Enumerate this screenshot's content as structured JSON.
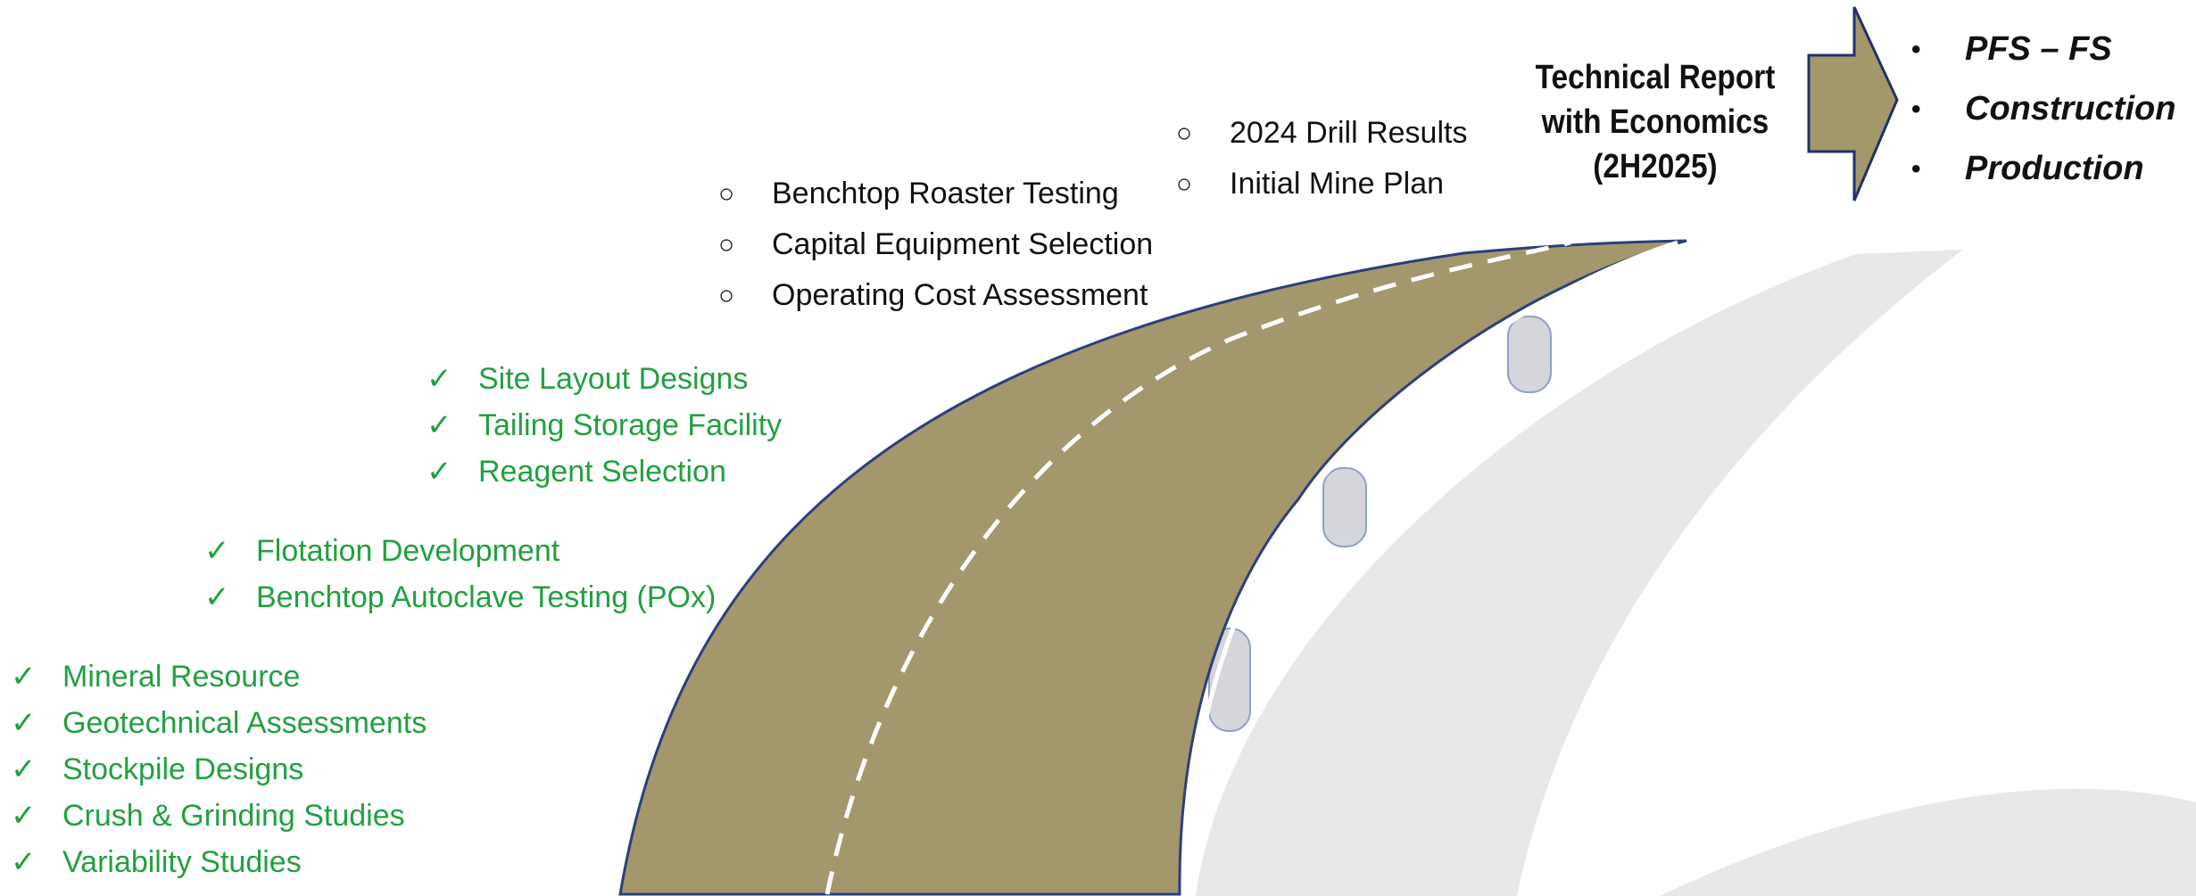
{
  "colors": {
    "road": "#a4976b",
    "road_edge": "#2b3f7a",
    "lane_marking": "#ffffff",
    "shadow": "#e8e8e8",
    "pillar": "#d4d6dc",
    "completed_text": "#22a040",
    "arrow_fill": "#a4976b",
    "arrow_edge": "#1f3166"
  },
  "icons": {
    "completed_marker": "check-icon",
    "upcoming_marker": "circle-bullet-icon",
    "outcome_marker": "bullet-icon"
  },
  "markers": {
    "check": "✓",
    "circle": "○",
    "bullet": "•"
  },
  "milestone_groups": [
    {
      "status": "completed",
      "items": [
        "Mineral Resource",
        "Geotechnical Assessments",
        "Stockpile Designs",
        "Crush & Grinding Studies",
        "Variability Studies"
      ]
    },
    {
      "status": "completed",
      "items": [
        "Flotation Development",
        "Benchtop Autoclave Testing (POx)"
      ]
    },
    {
      "status": "completed",
      "items": [
        "Site Layout Designs",
        "Tailing Storage Facility",
        "Reagent Selection"
      ]
    },
    {
      "status": "upcoming",
      "items": [
        "Benchtop Roaster Testing",
        "Capital Equipment Selection",
        "Operating Cost Assessment"
      ]
    },
    {
      "status": "upcoming",
      "items": [
        "2024 Drill Results",
        "Initial Mine Plan"
      ]
    }
  ],
  "report": {
    "line1": "Technical Report",
    "line2": "with Economics",
    "line3": "(2H2025)"
  },
  "outcomes": [
    "PFS – FS",
    "Construction",
    "Production"
  ]
}
